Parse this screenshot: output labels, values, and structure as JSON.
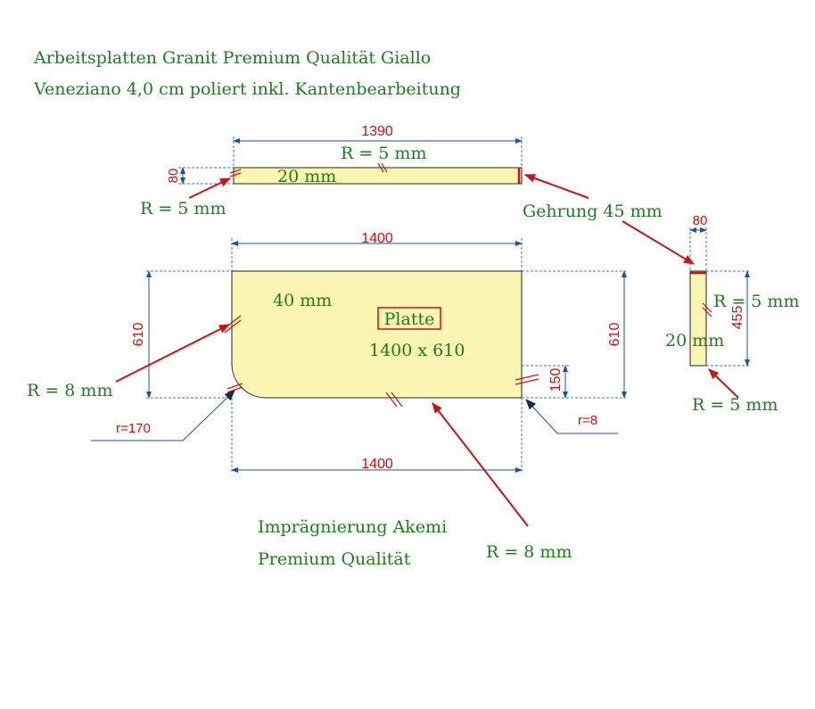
{
  "title": {
    "line1": "Arbeitsplatten Granit Premium Qualität Giallo",
    "line2": "Veneziano 4,0 cm poliert inkl. Kantenbearbeitung"
  },
  "strip_top": {
    "dim_length": "1390",
    "dim_height": "80",
    "radius_top": "R = 5 mm",
    "thickness": "20 mm",
    "radius_left": "R = 5 mm",
    "miter": "Gehrung 45 mm"
  },
  "main_plate": {
    "dim_top": "1400",
    "dim_bottom": "1400",
    "dim_left": "610",
    "dim_right": "610",
    "dim_corner": "150",
    "thickness": "40 mm",
    "label": "Platte",
    "size": "1400 x 610",
    "radius_left": "R = 8 mm",
    "corner_radius_left": "r=170",
    "corner_radius_right": "r=8",
    "radius_bottom": "R = 8 mm"
  },
  "side_strip": {
    "dim_width": "80",
    "dim_length": "455",
    "radius_top": "R = 5 mm",
    "thickness": "20 mm",
    "radius_bottom": "R = 5 mm"
  },
  "notes": {
    "line1": "Imprägnierung Akemi",
    "line2": "Premium Qualität"
  },
  "colors": {
    "text_green": "#1e7b1e",
    "dimension_red": "#cc1111",
    "dimension_blue": "#1f4fa8",
    "leader_red": "#c81414",
    "plate_fill": "#fbf7b2"
  }
}
